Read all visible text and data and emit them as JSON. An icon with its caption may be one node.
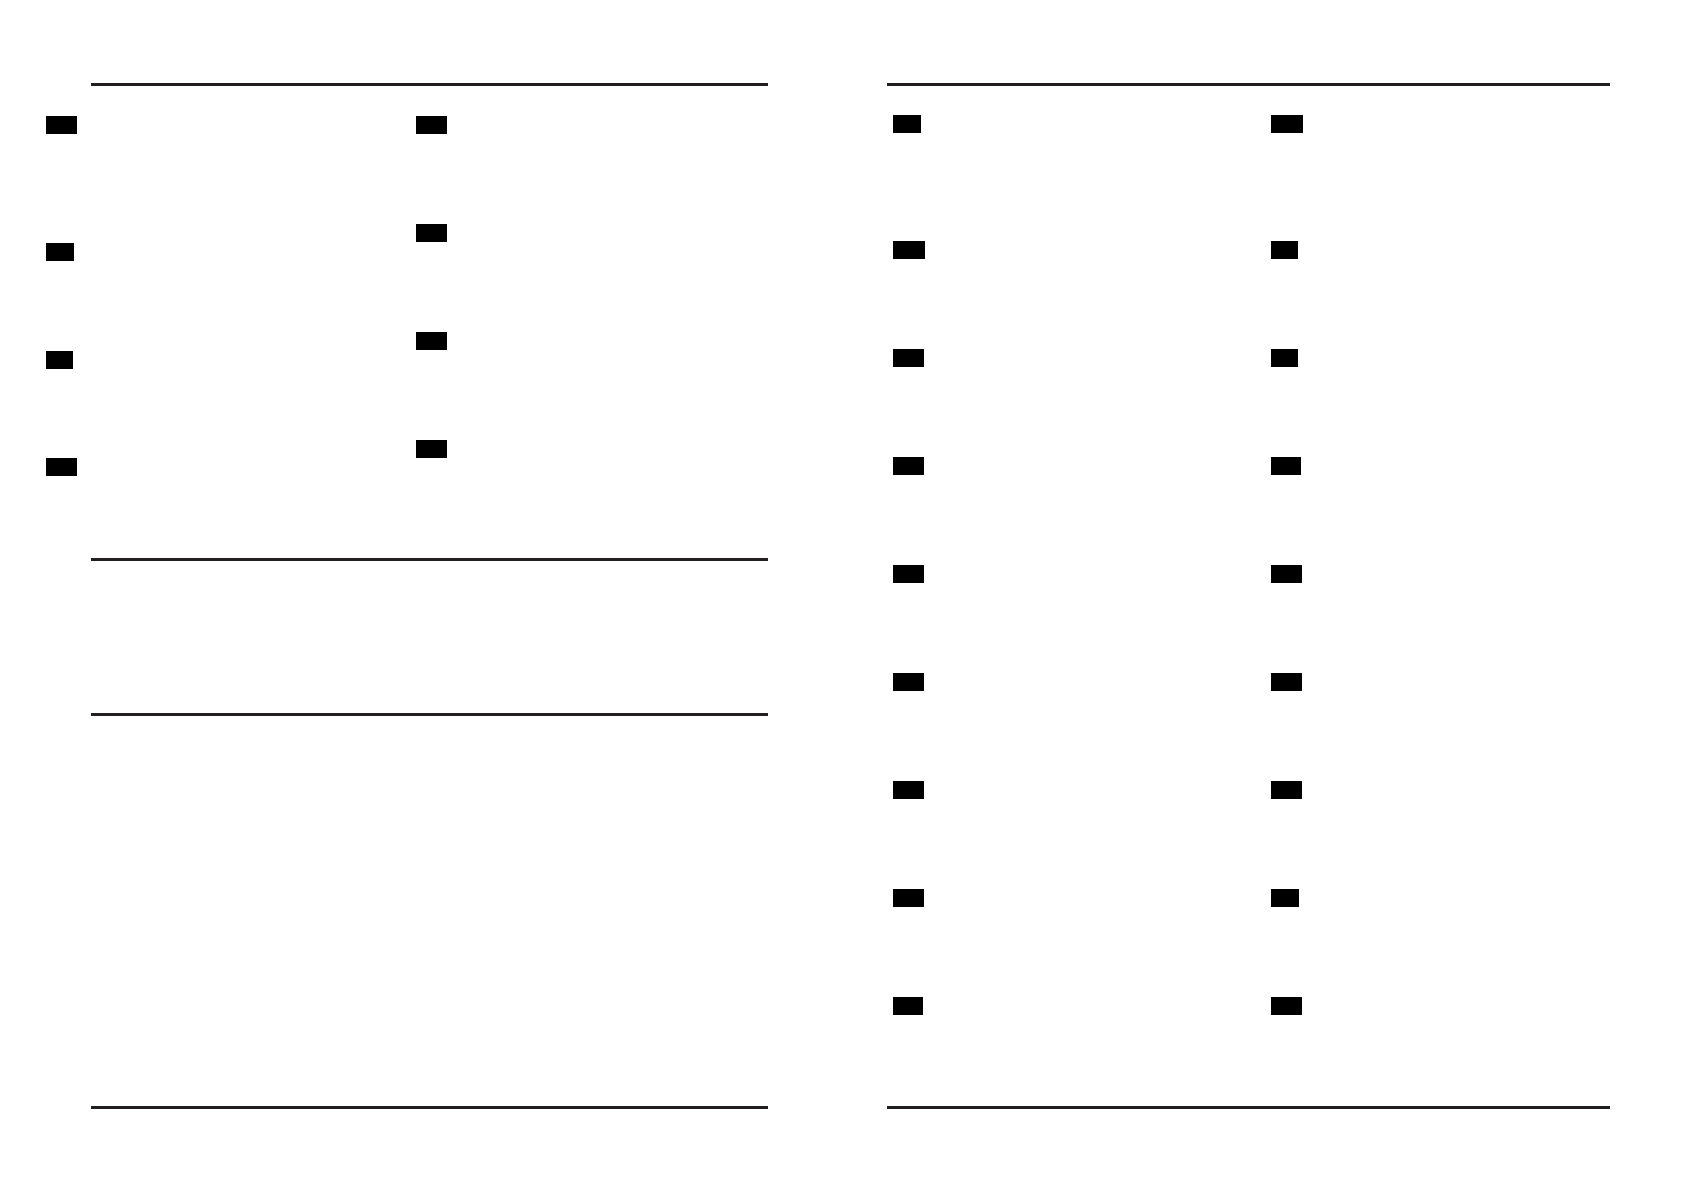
{
  "diagram": {
    "nodes": [
      {
        "text": [],
        "shape": "box"
      },
      {
        "text": [],
        "shape": "box"
      },
      {
        "text": [],
        "shape": "box"
      },
      {
        "text": [],
        "shape": "box"
      },
      {
        "text": [],
        "shape": "box"
      },
      {
        "text": [],
        "shape": "box"
      },
      {
        "text": [],
        "shape": "box"
      },
      {
        "text": [],
        "shape": "box"
      },
      {
        "text": [],
        "shape": "box"
      },
      {
        "text": [],
        "shape": "box"
      },
      {
        "text": [],
        "shape": "box"
      },
      {
        "text": [],
        "shape": "box"
      },
      {
        "text": [],
        "shape": "box"
      },
      {
        "text": [],
        "shape": "box"
      },
      {
        "text": [],
        "shape": "box"
      },
      {
        "text": [],
        "shape": "box"
      },
      {
        "text": [],
        "shape": "box"
      },
      {
        "text": [],
        "shape": "box"
      },
      {
        "text": [],
        "shape": "box"
      },
      {
        "text": [],
        "shape": "box"
      },
      {
        "text": [],
        "shape": "box"
      },
      {
        "text": [],
        "shape": "box"
      },
      {
        "text": [],
        "shape": "box"
      },
      {
        "text": [],
        "shape": "box"
      },
      {
        "text": [],
        "shape": "box"
      },
      {
        "text": [],
        "shape": "box"
      }
    ]
  }
}
